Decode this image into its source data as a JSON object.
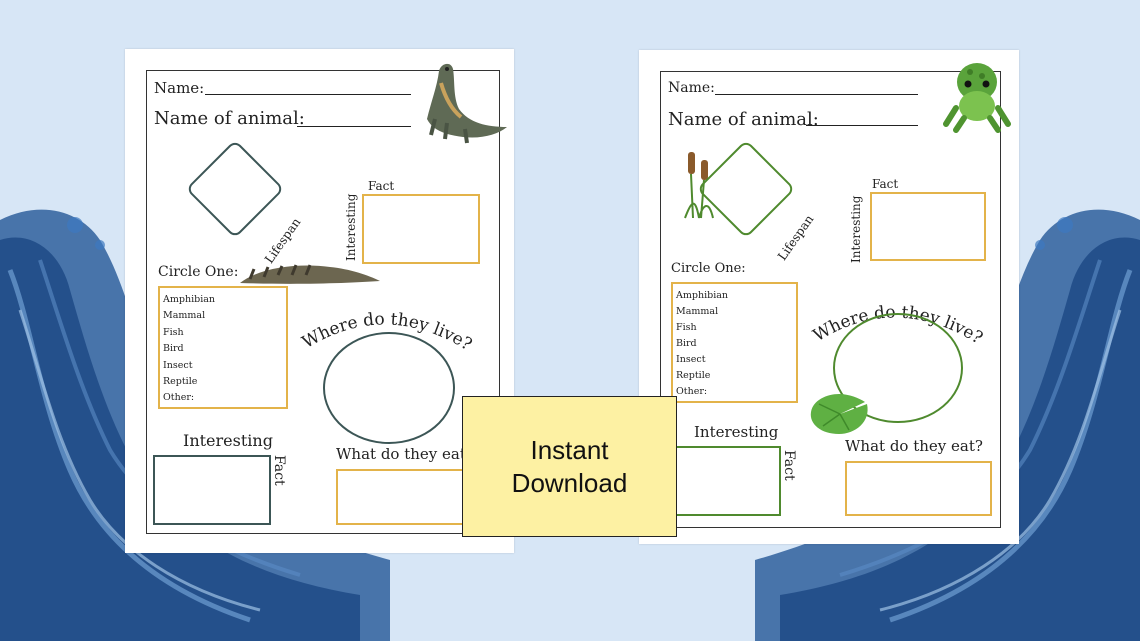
{
  "badge": {
    "line1": "Instant",
    "line2": "Download"
  },
  "worksheet_left": {
    "name_label": "Name:",
    "animal_label": "Name of animal:",
    "lifespan": "Lifespan",
    "fact_top": "Fact",
    "interesting_vertical": "Interesting",
    "circle_one": "Circle One:",
    "types": [
      "Amphibian",
      "Mammal",
      "Fish",
      "Bird",
      "Insect",
      "Reptile",
      "Other:"
    ],
    "where": "Where do they live?",
    "interesting_bottom": "Interesting",
    "fact_vertical": "Fact",
    "eat": "What do they eat?",
    "accent": "#e3b34a",
    "dark_accent": "#3c5656",
    "animal_icon": "alligator-icon"
  },
  "worksheet_right": {
    "name_label": "Name:",
    "animal_label": "Name of animal:",
    "lifespan": "Lifespan",
    "fact_top": "Fact",
    "interesting_vertical": "Interesting",
    "circle_one": "Circle One:",
    "types": [
      "Amphibian",
      "Mammal",
      "Fish",
      "Bird",
      "Insect",
      "Reptile",
      "Other:"
    ],
    "where": "Where do they live?",
    "interesting_bottom": "Interesting",
    "fact_vertical": "Fact",
    "eat": "What do they eat?",
    "accent": "#e3b34a",
    "dark_accent": "#4f8a2e",
    "animal_icon": "frog-icon"
  }
}
